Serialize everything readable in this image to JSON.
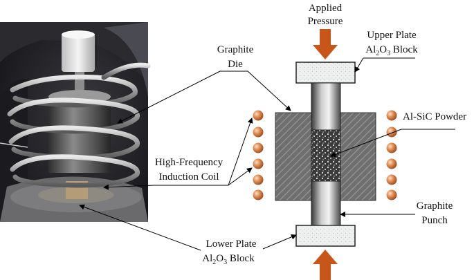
{
  "labels": {
    "applied_pressure_line1": "Applied",
    "applied_pressure_line2": "Pressure",
    "upper_plate_line1": "Upper Plate",
    "upper_plate_line2_a": "Al",
    "upper_plate_line2_b": "2",
    "upper_plate_line2_c": "O",
    "upper_plate_line2_d": "3",
    "upper_plate_line2_e": " Block",
    "graphite_die_line1": "Graphite",
    "graphite_die_line2": "Die",
    "powder": "Al-SiC Powder",
    "coil_line1": "High-Frequency",
    "coil_line2": "Induction Coil",
    "graphite_punch_line1": "Graphite",
    "graphite_punch_line2": "Punch",
    "lower_plate_line1": "Lower Plate",
    "lower_plate_line2_a": "Al",
    "lower_plate_line2_b": "2",
    "lower_plate_line2_c": "O",
    "lower_plate_line2_d": "3",
    "lower_plate_line2_e": " Block"
  },
  "colors": {
    "pressure_arrow": "#c8561a",
    "coil_ball": "#d9844a",
    "die_fill": "#7a7a7a",
    "plate_fill": "#e9ecec"
  },
  "photo": {
    "description_icon": "spark-plasma-sintering-photo"
  }
}
